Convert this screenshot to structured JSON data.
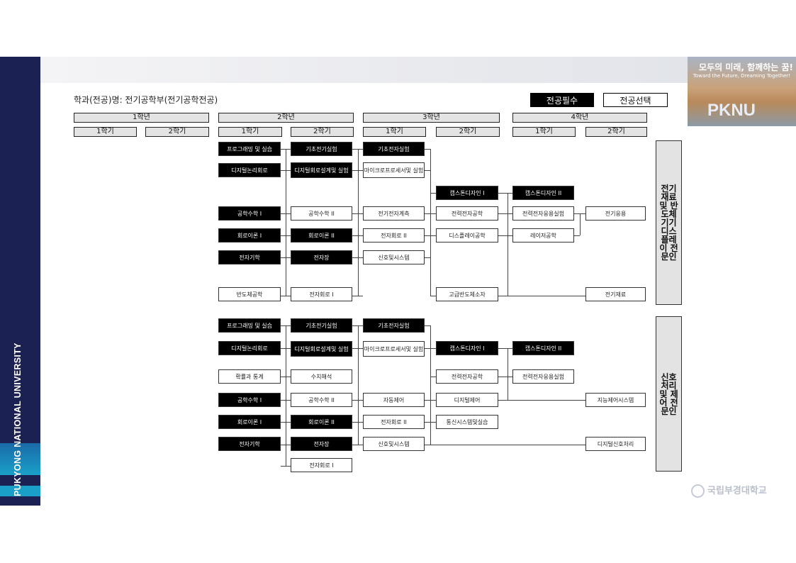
{
  "sidebar": {
    "university": "PUKYONG NATIONAL UNIVERSITY",
    "colors": {
      "navy": "#1b2152",
      "accent": "#1aa0c8"
    }
  },
  "banner": {
    "slogan": "모두의 미래, 함께하는 꿈!",
    "subtitle": "Toward the Future, Dreaming Together!",
    "logo": "PKNU"
  },
  "title": "학과(전공)명: 전기공학부(전기공학전공)",
  "legend": {
    "required": "전공필수",
    "elective": "전공선택"
  },
  "years": [
    "1학년",
    "2학년",
    "3학년",
    "4학년"
  ],
  "semesters": [
    "1학기",
    "2학기",
    "1학기",
    "2학기",
    "1학기",
    "2학기",
    "1학기",
    "2학기"
  ],
  "sections": [
    {
      "track": "전기재료 및 반도체 기기 디스플레이 전문인",
      "courses": [
        {
          "name": "프로그래밍 및 실습",
          "type": "required",
          "year": 2,
          "semester": 1
        },
        {
          "name": "디지털논리회로",
          "type": "required",
          "year": 2,
          "semester": 1
        },
        {
          "name": "공학수학 I",
          "type": "required",
          "year": 2,
          "semester": 1
        },
        {
          "name": "회로이론 I",
          "type": "required",
          "year": 2,
          "semester": 1
        },
        {
          "name": "전자기학",
          "type": "required",
          "year": 2,
          "semester": 1
        },
        {
          "name": "반도체공학",
          "type": "elective",
          "year": 2,
          "semester": 1
        },
        {
          "name": "기초전기실험",
          "type": "required",
          "year": 2,
          "semester": 2
        },
        {
          "name": "디지털회로설계및 실험",
          "type": "required",
          "year": 2,
          "semester": 2
        },
        {
          "name": "공학수학 II",
          "type": "elective",
          "year": 2,
          "semester": 2
        },
        {
          "name": "회로이론 II",
          "type": "required",
          "year": 2,
          "semester": 2
        },
        {
          "name": "전자장",
          "type": "required",
          "year": 2,
          "semester": 2
        },
        {
          "name": "전자회로 I",
          "type": "elective",
          "year": 2,
          "semester": 2
        },
        {
          "name": "기초전자실험",
          "type": "required",
          "year": 3,
          "semester": 1
        },
        {
          "name": "마이크로프로세서및 실험",
          "type": "elective",
          "year": 3,
          "semester": 1
        },
        {
          "name": "전기전자계측",
          "type": "elective",
          "year": 3,
          "semester": 1
        },
        {
          "name": "전자회로 II",
          "type": "elective",
          "year": 3,
          "semester": 1
        },
        {
          "name": "신호및시스템",
          "type": "elective",
          "year": 3,
          "semester": 1
        },
        {
          "name": "캡스톤디자인 I",
          "type": "required",
          "year": 3,
          "semester": 2
        },
        {
          "name": "전력전자공학",
          "type": "elective",
          "year": 3,
          "semester": 2
        },
        {
          "name": "디스플레이공학",
          "type": "elective",
          "year": 3,
          "semester": 2
        },
        {
          "name": "고급반도체소자",
          "type": "elective",
          "year": 3,
          "semester": 2
        },
        {
          "name": "캡스톤디자인 II",
          "type": "required",
          "year": 4,
          "semester": 1
        },
        {
          "name": "전력전자응용실험",
          "type": "elective",
          "year": 4,
          "semester": 1
        },
        {
          "name": "레이저공학",
          "type": "elective",
          "year": 4,
          "semester": 1
        },
        {
          "name": "전기응용",
          "type": "elective",
          "year": 4,
          "semester": 2
        },
        {
          "name": "전기재료",
          "type": "elective",
          "year": 4,
          "semester": 2
        }
      ]
    },
    {
      "track": "신호처리 및 제어 전문인",
      "courses": [
        {
          "name": "프로그래밍 및 실습",
          "type": "required",
          "year": 2,
          "semester": 1
        },
        {
          "name": "디지털논리회로",
          "type": "required",
          "year": 2,
          "semester": 1
        },
        {
          "name": "확률과 통계",
          "type": "elective",
          "year": 2,
          "semester": 1
        },
        {
          "name": "공학수학 I",
          "type": "required",
          "year": 2,
          "semester": 1
        },
        {
          "name": "회로이론 I",
          "type": "required",
          "year": 2,
          "semester": 1
        },
        {
          "name": "전자기학",
          "type": "required",
          "year": 2,
          "semester": 1
        },
        {
          "name": "기초전기실험",
          "type": "required",
          "year": 2,
          "semester": 2
        },
        {
          "name": "디지털회로설계및 실험",
          "type": "required",
          "year": 2,
          "semester": 2
        },
        {
          "name": "수치해석",
          "type": "elective",
          "year": 2,
          "semester": 2
        },
        {
          "name": "공학수학 II",
          "type": "elective",
          "year": 2,
          "semester": 2
        },
        {
          "name": "회로이론 II",
          "type": "required",
          "year": 2,
          "semester": 2
        },
        {
          "name": "전자장",
          "type": "required",
          "year": 2,
          "semester": 2
        },
        {
          "name": "전자회로 I",
          "type": "elective",
          "year": 2,
          "semester": 2
        },
        {
          "name": "기초전자실험",
          "type": "required",
          "year": 3,
          "semester": 1
        },
        {
          "name": "마이크로프로세서및 실험",
          "type": "elective",
          "year": 3,
          "semester": 1
        },
        {
          "name": "자동제어",
          "type": "elective",
          "year": 3,
          "semester": 1
        },
        {
          "name": "전자회로 II",
          "type": "elective",
          "year": 3,
          "semester": 1
        },
        {
          "name": "신호및시스템",
          "type": "elective",
          "year": 3,
          "semester": 1
        },
        {
          "name": "캡스톤디자인 I",
          "type": "required",
          "year": 3,
          "semester": 2
        },
        {
          "name": "전력전자공학",
          "type": "elective",
          "year": 3,
          "semester": 2
        },
        {
          "name": "디지털제어",
          "type": "elective",
          "year": 3,
          "semester": 2
        },
        {
          "name": "통신시스템및실습",
          "type": "elective",
          "year": 3,
          "semester": 2
        },
        {
          "name": "캡스톤디자인 II",
          "type": "required",
          "year": 4,
          "semester": 1
        },
        {
          "name": "전력전자응용실험",
          "type": "elective",
          "year": 4,
          "semester": 1
        },
        {
          "name": "지능제어시스템",
          "type": "elective",
          "year": 4,
          "semester": 2
        },
        {
          "name": "디지털신호처리",
          "type": "elective",
          "year": 4,
          "semester": 2
        }
      ]
    }
  ],
  "footer": {
    "logo": "국립부경대학교"
  }
}
